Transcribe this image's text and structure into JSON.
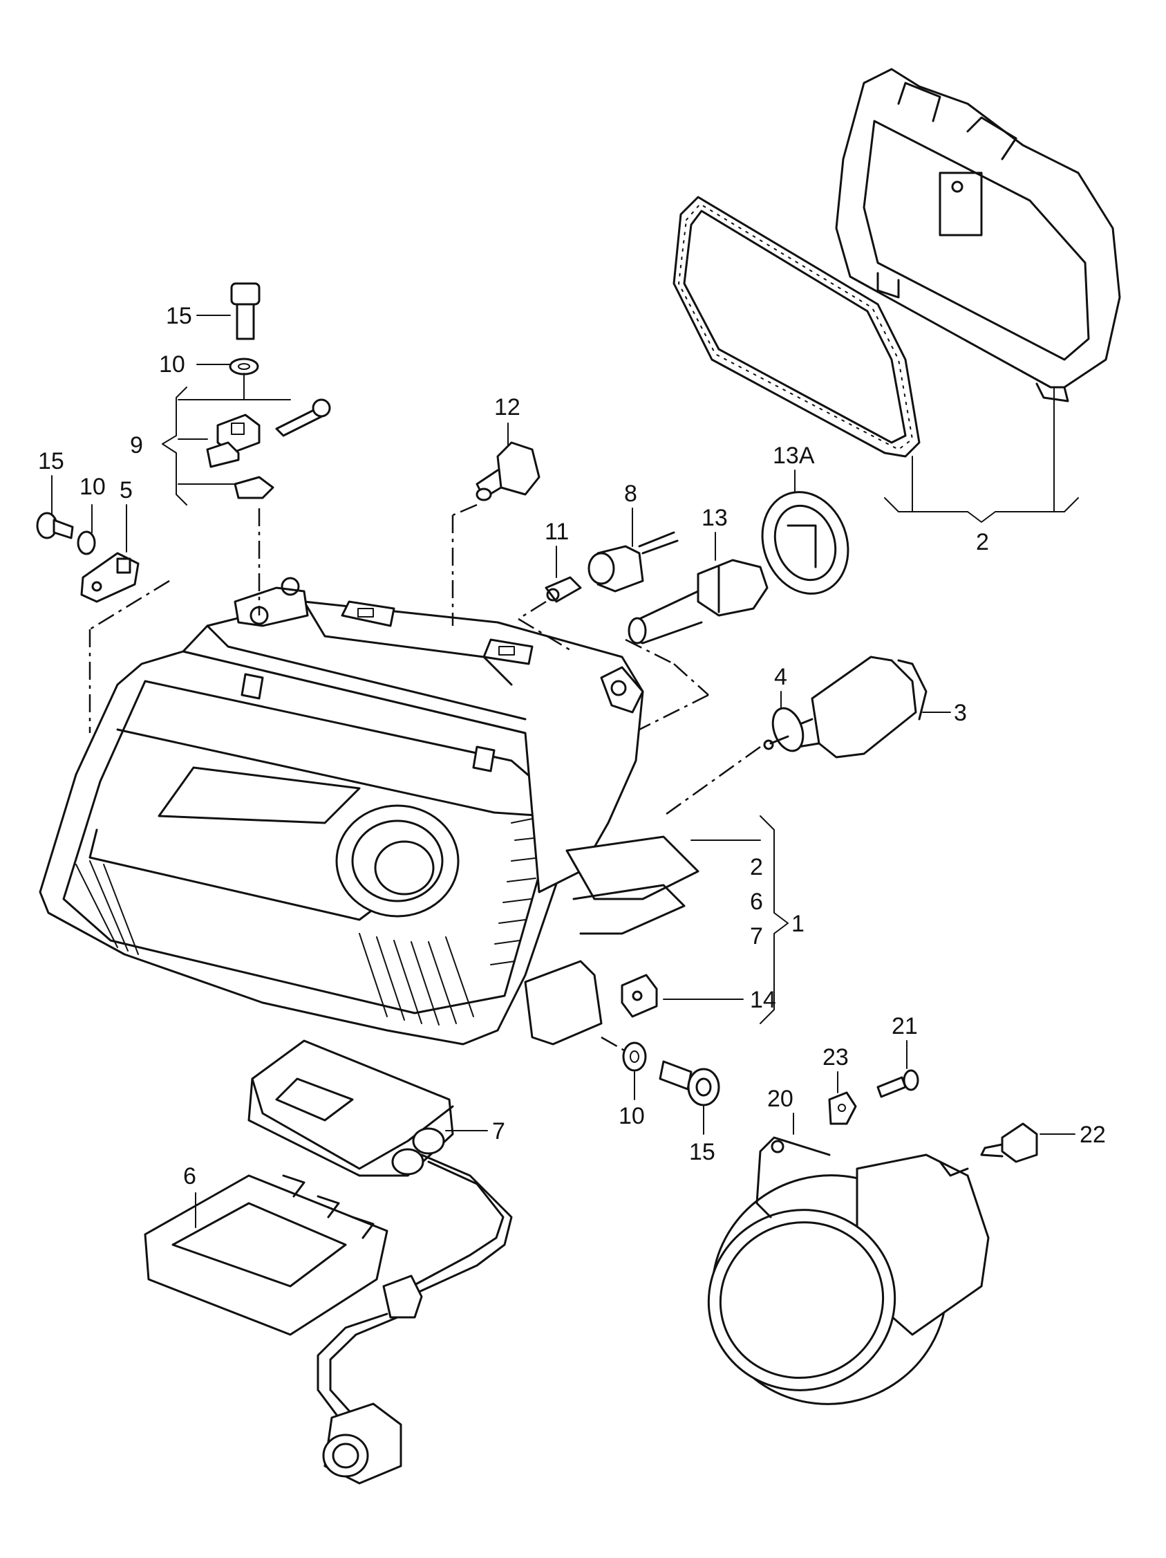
{
  "diagram": {
    "callouts": {
      "c1": "1",
      "c2a": "2",
      "c2b": "2",
      "c3": "3",
      "c4": "4",
      "c5": "5",
      "c6a": "6",
      "c6b": "6",
      "c7a": "7",
      "c7b": "7",
      "c8": "8",
      "c9": "9",
      "c10a": "10",
      "c10b": "10",
      "c10c": "10",
      "c11": "11",
      "c12": "12",
      "c13": "13",
      "c13a": "13A",
      "c14": "14",
      "c15a": "15",
      "c15b": "15",
      "c15c": "15",
      "c20": "20",
      "c21": "21",
      "c22": "22",
      "c23": "23"
    }
  }
}
